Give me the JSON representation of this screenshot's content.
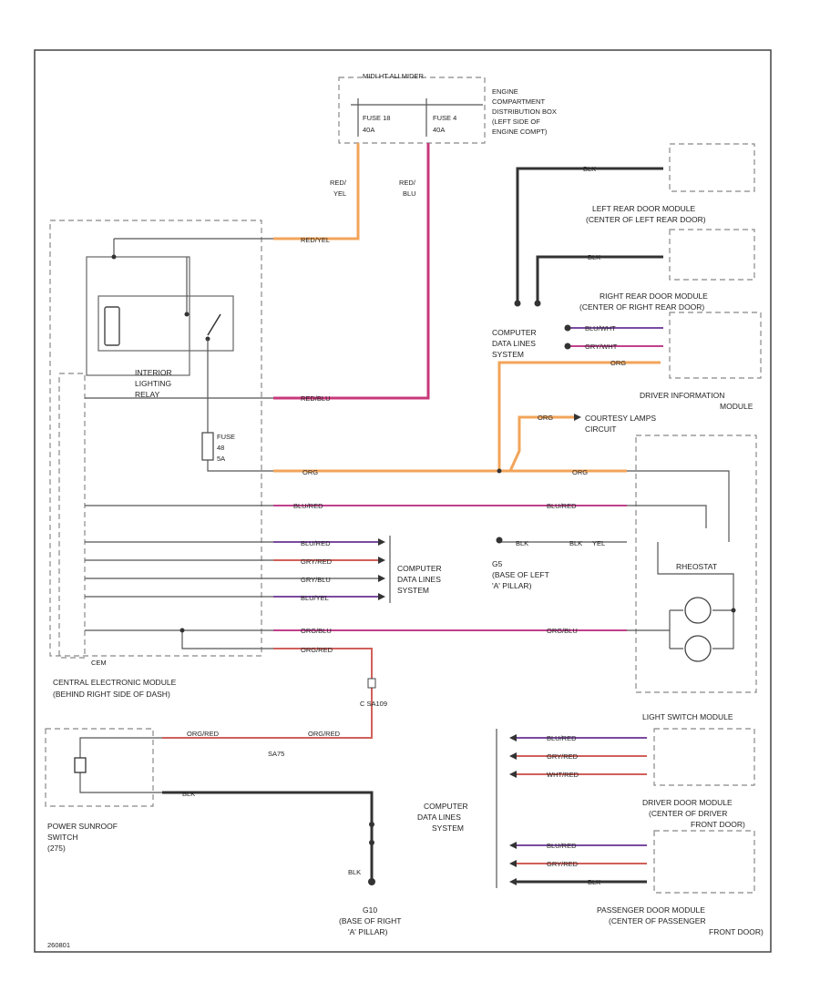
{
  "fuse_box": {
    "title": "MIDI HT ALLMIDER",
    "fuse_a": "FUSE 18",
    "fuse_a_rating": "40A",
    "fuse_b": "FUSE 4",
    "fuse_b_rating": "40A",
    "desc_1": "ENGINE",
    "desc_2": "COMPARTMENT",
    "desc_3": "DISTRIBUTION BOX",
    "desc_4": "(LEFT SIDE OF",
    "desc_5": "ENGINE COMPT)"
  },
  "wire_labels": {
    "red_yel_1": "RED/",
    "red_yel_2": "YEL",
    "red_blu_1": "RED/",
    "red_blu_2": "BLU",
    "cem_red_yel": "RED/YEL",
    "cem_red_blu": "RED/BLU",
    "org": "ORG",
    "blu_red": "BLU/RED",
    "blu_red_2": "BLU/RED",
    "blu_red_3": "BLU/RED",
    "gry_red": "GRY/RED",
    "gry_blu": "GRY/BLU",
    "blu_yel": "BLU/YEL",
    "org_blu": "ORG/BLU",
    "org_blu_2": "ORG/BLU",
    "org_red": "ORG/RED",
    "org_red_2": "ORG/RED",
    "org_red_3": "ORG/RED",
    "blk": "BLK",
    "blk_2": "BLK",
    "blk_3": "BLK",
    "blk_4": "BLK",
    "blk_5": "BLK",
    "blk_6": "BLK",
    "blk_7": "BLK",
    "blu_wht": "BLU/WHT",
    "gry_wht": "GRY/WHT",
    "org_2": "ORG",
    "org_3": "ORG",
    "org_4": "ORG",
    "yel_1": "YEL",
    "wht_red": "WHT/RED"
  },
  "modules": {
    "left_rear_1": "LEFT REAR DOOR MODULE",
    "left_rear_2": "(CENTER OF LEFT REAR DOOR)",
    "right_rear_1": "RIGHT REAR DOOR MODULE",
    "right_rear_2": "(CENTER OF RIGHT REAR DOOR)",
    "dim_1": "DRIVER INFORMATION",
    "dim_2": "MODULE",
    "courtesy_1": "COURTESY LAMPS",
    "courtesy_2": "CIRCUIT",
    "rheostat": "RHEOSTAT",
    "relay_1": "INTERIOR",
    "relay_2": "LIGHTING",
    "relay_3": "RELAY",
    "fuse_1": "FUSE",
    "fuse_2": "48",
    "fuse_3": "5A",
    "cem_1": "CENTRAL ELECTRONIC MODULE",
    "cem_2": "(BEHIND RIGHT SIDE OF DASH)",
    "cem_tag": "CEM",
    "data_lines_1": "COMPUTER",
    "data_lines_2": "DATA LINES",
    "data_lines_3": "SYSTEM",
    "data_lines_b1": "COMPUTER",
    "data_lines_b2": "DATA LINES",
    "data_lines_b3": "SYSTEM",
    "data_lines_c1": "COMPUTER",
    "data_lines_c2": "DATA LINES",
    "data_lines_c3": "SYSTEM",
    "ground_g5_1": "G5",
    "ground_g5_2": "(BASE OF LEFT",
    "ground_g5_3": "'A' PILLAR)",
    "splice_1": "C SA109",
    "splice_2": "SA75",
    "sunroof_1": "POWER SUNROOF",
    "sunroof_2": "SWITCH",
    "sunroof_3": "(275)",
    "ground_g10_1": "G10",
    "ground_g10_2": "(BASE OF RIGHT",
    "ground_g10_3": "'A' PILLAR)",
    "light_switch": "LIGHT SWITCH MODULE",
    "driver_door_1": "DRIVER DOOR MODULE",
    "driver_door_2": "(CENTER OF DRIVER",
    "driver_door_3": "FRONT DOOR)",
    "pass_door_1": "PASSENGER DOOR MODULE",
    "pass_door_2": "(CENTER OF PASSENGER",
    "pass_door_3": "FRONT DOOR)",
    "footer_code": "260801"
  }
}
